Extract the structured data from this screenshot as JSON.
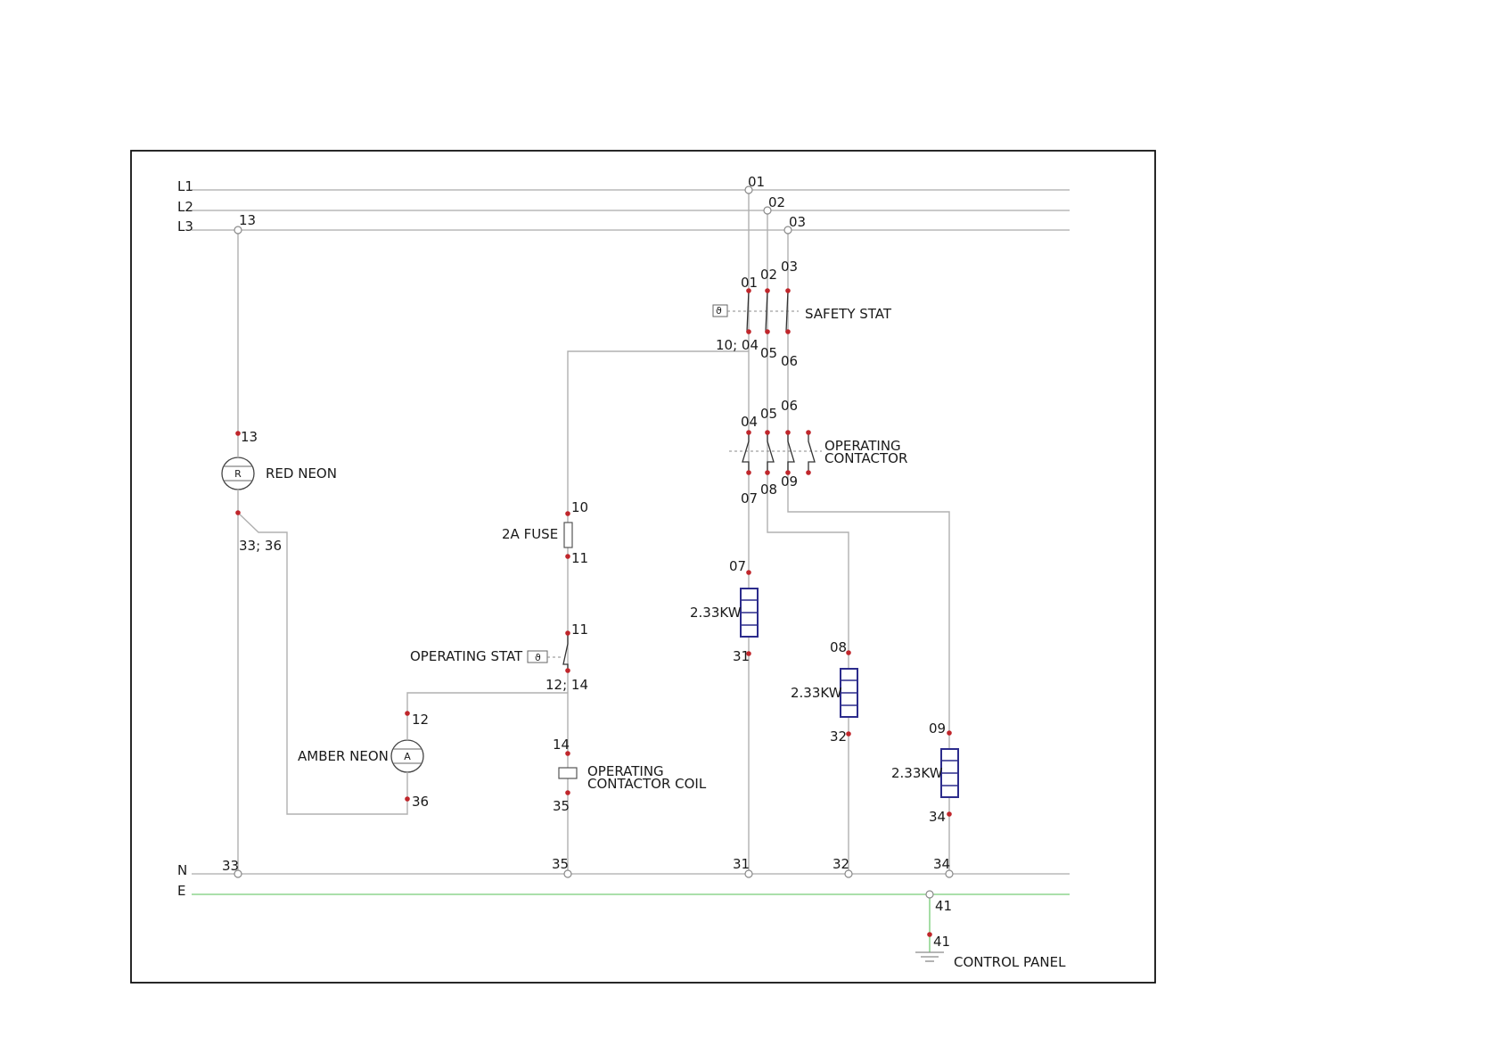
{
  "buses": {
    "l1": "L1",
    "l2": "L2",
    "l3": "L3",
    "n": "N",
    "e": "E"
  },
  "components": {
    "red_neon": "RED NEON",
    "red_neon_letter": "R",
    "amber_neon": "AMBER NEON",
    "amber_neon_letter": "A",
    "fuse": "2A FUSE",
    "operating_stat": "OPERATING STAT",
    "safety_stat": "SAFETY STAT",
    "operating_contactor_line1": "OPERATING",
    "operating_contactor_line2": "CONTACTOR",
    "coil_line1": "OPERATING",
    "coil_line2": "CONTACTOR COIL",
    "heater_1": "2.33KW",
    "heater_2": "2.33KW",
    "heater_3": "2.33KW",
    "control_panel": "CONTROL PANEL"
  },
  "terminals": {
    "bus_01": "01",
    "bus_02": "02",
    "bus_03": "03",
    "bus_13": "13",
    "ss_in_01": "01",
    "ss_in_02": "02",
    "ss_in_03": "03",
    "ss_out_10_04": "10; 04",
    "ss_out_05": "05",
    "ss_out_06": "06",
    "oc_in_04": "04",
    "oc_in_05": "05",
    "oc_in_06": "06",
    "oc_out_07": "07",
    "oc_out_08": "08",
    "oc_out_09": "09",
    "rn_top_13": "13",
    "rn_bot_33_36": "33; 36",
    "fuse_10": "10",
    "fuse_11": "11",
    "stat_11": "11",
    "stat_12_14": "12; 14",
    "an_12": "12",
    "an_36": "36",
    "coil_14": "14",
    "coil_35": "35",
    "h1_07": "07",
    "h1_31": "31",
    "h2_08": "08",
    "h2_32": "32",
    "h3_09": "09",
    "h3_34": "34",
    "n_33": "33",
    "n_35": "35",
    "n_31": "31",
    "n_32": "32",
    "n_34": "34",
    "e_41": "41",
    "cp_41": "41"
  },
  "colors": {
    "wire": "#b0b0b0",
    "earth": "#8fd68f",
    "terminal_dot": "#c0262b",
    "heater": "#2c2c8c"
  }
}
